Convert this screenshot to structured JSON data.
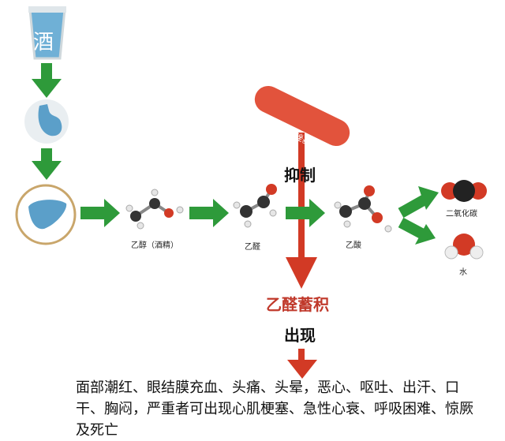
{
  "cup_char": "酒",
  "capsule_text": "含甲硫四氮唑基团",
  "labels": {
    "ethanol": "乙醇（酒精）",
    "acetaldehyde": "乙醛",
    "acetic_acid": "乙酸",
    "co2": "二氧化碳",
    "water": "水"
  },
  "inhibit": "抑制",
  "accumulation": "乙醛蓄积",
  "appear": "出现",
  "symptoms": "面部潮红、眼结膜充血、头痛、头晕，恶心、呕吐、出汗、口干、胸闷，严重者可出现心肌梗塞、急性心衰、呼吸困难、惊厥及死亡",
  "colors": {
    "arrow_green": "#2e9a3a",
    "arrow_red": "#d23a25",
    "organ_blue": "#5b9fc9",
    "liver_ring": "#c9a66b",
    "accent_red": "#c0392b"
  }
}
